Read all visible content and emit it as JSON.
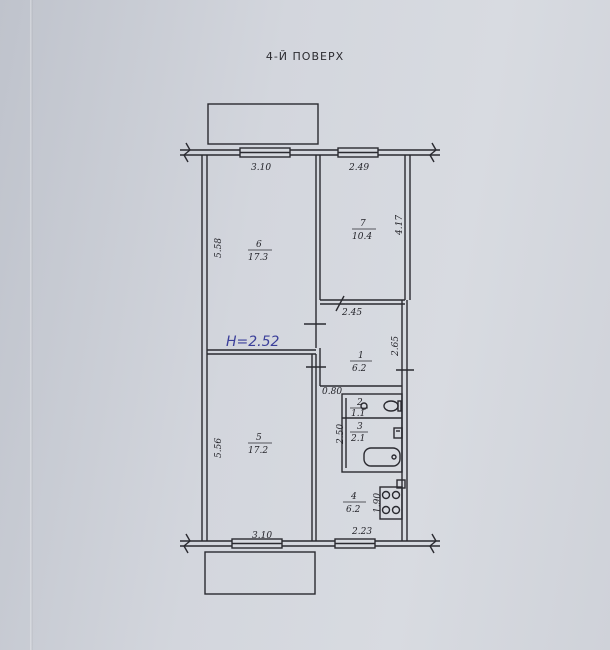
{
  "floor_label": "4-Й ПОВЕРХ",
  "ceiling_height_note": "Н=2.52",
  "rooms": [
    {
      "number": "1",
      "area": "6.2"
    },
    {
      "number": "2",
      "area": "1.1"
    },
    {
      "number": "3",
      "area": "2.1"
    },
    {
      "number": "4",
      "area": "6.2"
    },
    {
      "number": "5",
      "area": "17.2"
    },
    {
      "number": "6",
      "area": "17.3"
    },
    {
      "number": "7",
      "area": "10.4"
    }
  ],
  "dimensions": {
    "top_left": "3.10",
    "top_right": "2.49",
    "room6_height": "5.58",
    "room7_height": "4.17",
    "hall_width": "2.45",
    "hall_height": "2.65",
    "corridor_width": "0.80",
    "room5_height": "5.56",
    "bath_block_height": "2.50",
    "room4_height": "1.90",
    "bottom_left": "3.10",
    "bottom_right": "2.23"
  },
  "colors": {
    "ink": "#24242a",
    "handwriting": "#3b3f9a",
    "paper": "#d3d6dd"
  }
}
